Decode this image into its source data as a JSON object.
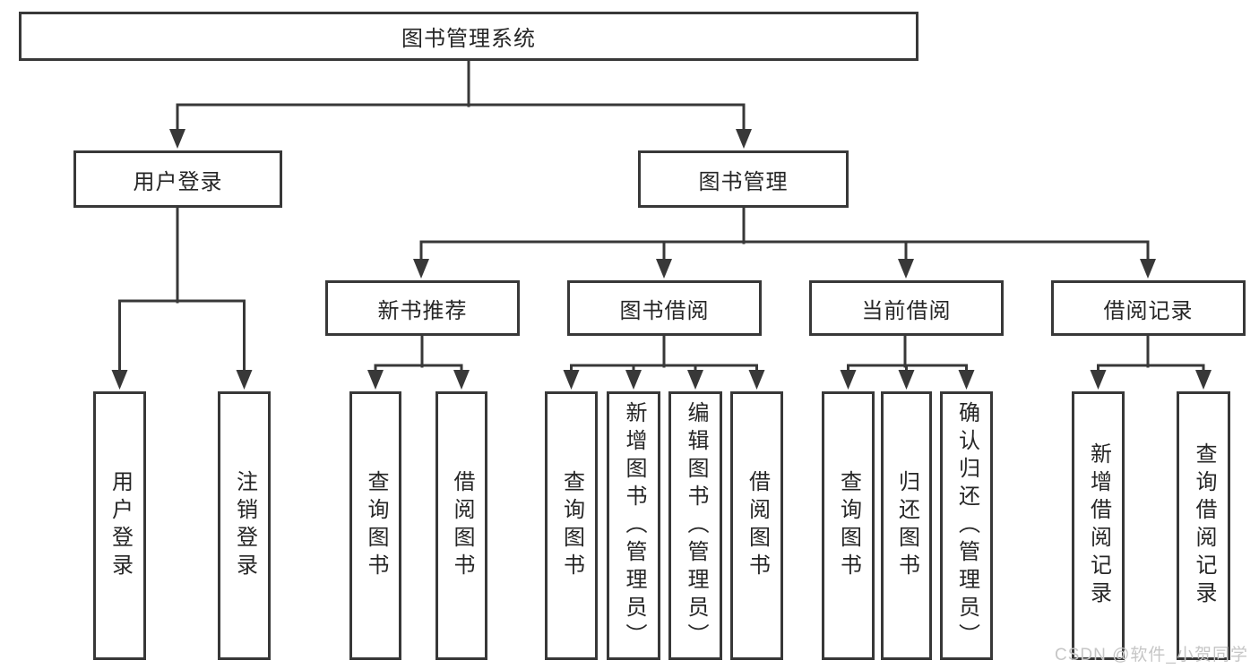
{
  "diagram": {
    "title": "图书管理系统",
    "colors": {
      "line": "#383838",
      "text": "#262626",
      "background": "#ffffff",
      "watermark": "#c6c6c6"
    },
    "nodes": {
      "root": {
        "label": "图书管理系统"
      },
      "l2": [
        {
          "label": "用户登录"
        },
        {
          "label": "图书管理"
        }
      ],
      "l3": [
        {
          "label": "新书推荐"
        },
        {
          "label": "图书借阅"
        },
        {
          "label": "当前借阅"
        },
        {
          "label": "借阅记录"
        }
      ],
      "l4": [
        {
          "label": "用户登录"
        },
        {
          "label": "注销登录"
        },
        {
          "label": "查询图书"
        },
        {
          "label": "借阅图书"
        },
        {
          "label": "查询图书"
        },
        {
          "label": "新增图书（管理员）"
        },
        {
          "label": "编辑图书（管理员）"
        },
        {
          "label": "借阅图书"
        },
        {
          "label": "查询图书"
        },
        {
          "label": "归还图书"
        },
        {
          "label": "确认归还（管理员）"
        },
        {
          "label": "新增借阅记录"
        },
        {
          "label": "查询借阅记录"
        }
      ]
    },
    "watermark": "CSDN @软件_小贺同学"
  }
}
